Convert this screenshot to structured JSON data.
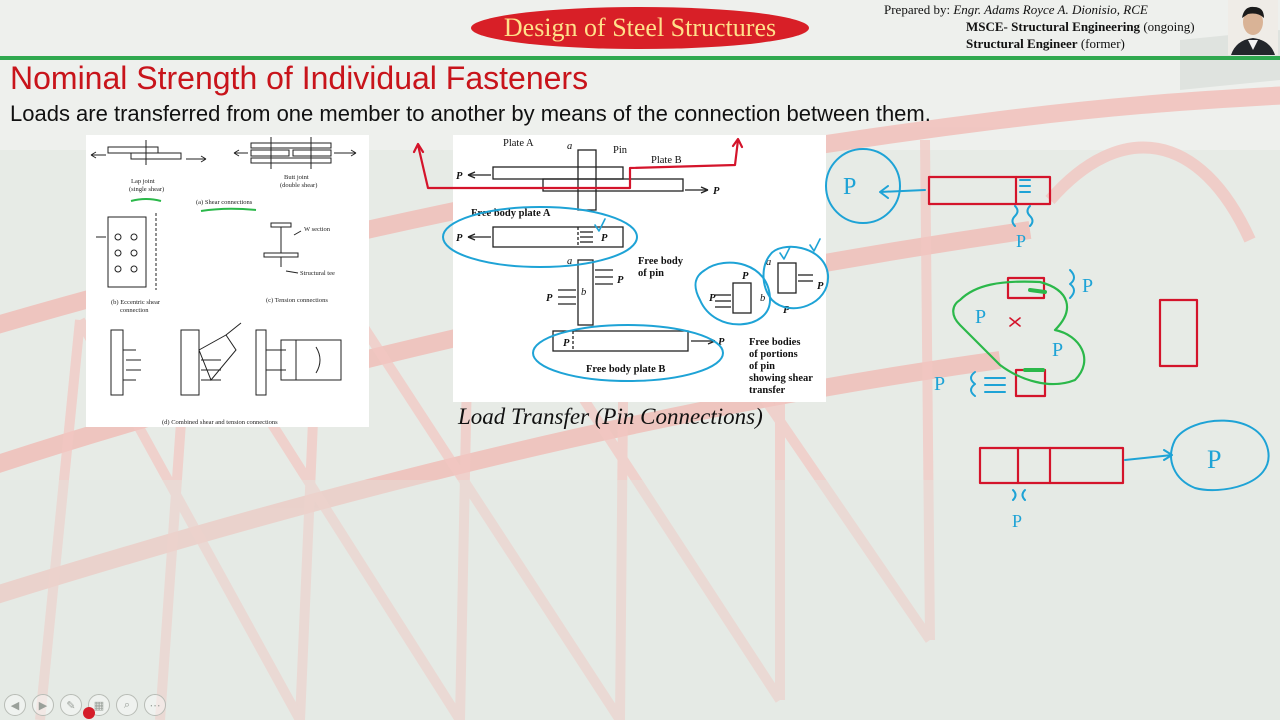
{
  "course_badge": "Design of Steel Structures",
  "credits": {
    "prepared_label": "Prepared by:",
    "author": "Engr. Adams Royce A. Dionisio, RCE",
    "degree_bold": "MSCE- Structural Engineering",
    "degree_note": "(ongoing)",
    "role_bold": "Structural Engineer",
    "role_note": "(former)"
  },
  "slide": {
    "title": "Nominal Strength of Individual Fasteners",
    "subtitle": "Loads are transferred from one member to another by means of the connection between them."
  },
  "fig_connections": {
    "lap_joint": "Lap joint",
    "single_shear": "(single shear)",
    "butt_joint": "Butt joint",
    "double_shear": "(double shear)",
    "shear_conn": "(a) Shear connections",
    "w_section": "W section",
    "structural_tee": "Structural tee",
    "eccentric_b": "(b) Eccentric shear",
    "eccentric_b2": "connection",
    "tension_c": "(c) Tension connections",
    "combined_d": "(d) Combined shear and tension connections"
  },
  "fig_pin": {
    "plate_a": "Plate A",
    "plate_b": "Plate B",
    "pin": "Pin",
    "a": "a",
    "b": "b",
    "p": "P",
    "fb_plate_a": "Free body plate A",
    "fb_pin_1": "Free body",
    "fb_pin_2": "of pin",
    "fb_plate_b": "Free body plate B",
    "portions_1": "Free bodies",
    "portions_2": "of portions",
    "portions_3": "of pin",
    "portions_4": "showing shear",
    "portions_5": "transfer"
  },
  "caption": "Load Transfer (Pin Connections)",
  "sketch_label": "P",
  "toolbar_icons": [
    "prev-icon",
    "next-icon",
    "pen-icon",
    "slides-icon",
    "zoom-icon",
    "more-icon"
  ],
  "colors": {
    "title_red": "#c8141b",
    "pill_red": "#d81f27",
    "pill_text": "#ffe08a",
    "rule_green": "#2fa84f",
    "ink_red": "#d4142b",
    "ink_blue": "#1ea3d6",
    "ink_green": "#2bb84a"
  }
}
